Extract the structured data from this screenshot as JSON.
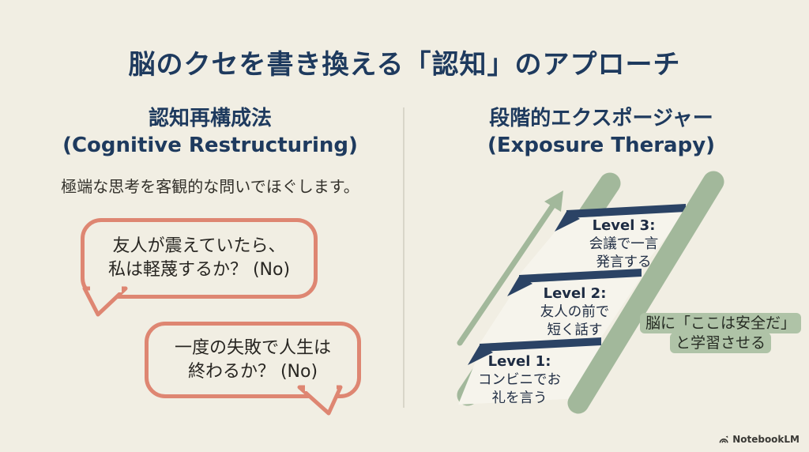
{
  "title": "脳のクセを書き換える「認知」のアプローチ",
  "left": {
    "heading_ja": "認知再構成法",
    "heading_en": "(Cognitive Restructuring)",
    "subtitle": "極端な思考を客観的な問いでほぐします。",
    "bubble1": {
      "line1": "友人が震えていたら、",
      "line2": "私は軽蔑するか？ (No)"
    },
    "bubble2": {
      "line1": "一度の失敗で人生は",
      "line2": "終わるか？ (No)"
    }
  },
  "right": {
    "heading_ja": "段階的エクスポージャー",
    "heading_en": "(Exposure Therapy)",
    "levels": [
      {
        "label": "Level 3:",
        "line1": "会議で一言",
        "line2": "発言する"
      },
      {
        "label": "Level 2:",
        "line1": "友人の前で",
        "line2": "短く話す"
      },
      {
        "label": "Level 1:",
        "line1": "コンビニでお",
        "line2": "礼を言う"
      }
    ],
    "note": {
      "line1": "脳に「ここは安全だ」",
      "line2": "と学習させる"
    }
  },
  "footer": {
    "brand": "NotebookLM",
    "logo_icon": "notebooklm-arc-icon"
  },
  "diagram": {
    "type": "staircase-ladder",
    "direction": "ascending-up-right",
    "arrow": "up-right-growth-arrow"
  },
  "colors": {
    "background": "#f1eee3",
    "navy_heading": "#1e3a5e",
    "rung_navy": "#2b4365",
    "sage": "#a2b89b",
    "note_bg": "#afc3a7",
    "coral": "#de8672",
    "panel": "#f6f4ec",
    "divider": "#d9d6c9",
    "text_dark": "#2c2a24"
  }
}
